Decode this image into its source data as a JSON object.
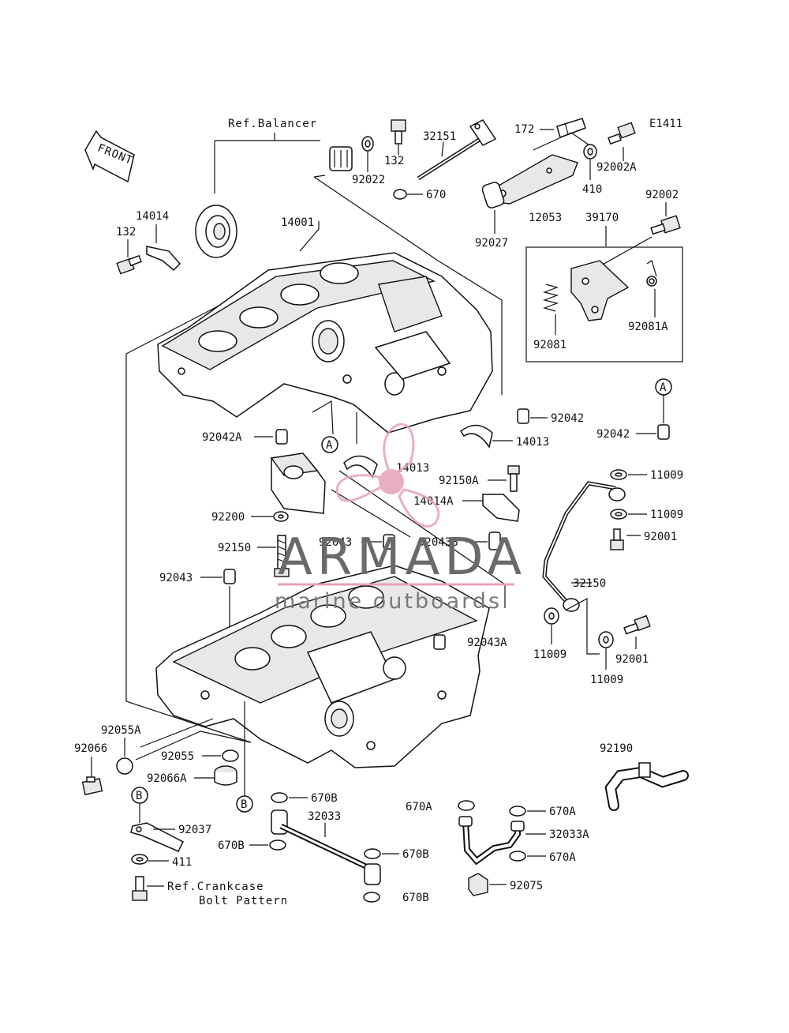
{
  "diagram_code": "E1411",
  "front_label": "FRONT",
  "watermark": {
    "brand": "ARMADA",
    "tagline": "marine outboards",
    "accent": "#e7a0b8",
    "text_color": "#6a6a6a"
  },
  "references": {
    "balancer": "Ref.Balancer",
    "crankcase_line1": "Ref.Crankcase",
    "crankcase_line2": "Bolt Pattern"
  },
  "markers": {
    "a": "A",
    "b": "B"
  },
  "parts": {
    "p132_top": "132",
    "p132_left": "132",
    "p14014": "14014",
    "p92022": "92022",
    "p32151": "32151",
    "p670": "670",
    "p172": "172",
    "p92002A": "92002A",
    "p410": "410",
    "p12053": "12053",
    "p92027": "92027",
    "p92002": "92002",
    "p39170": "39170",
    "p92081": "92081",
    "p92081A": "92081A",
    "p14001": "14001",
    "p92042": "92042",
    "p92042_right": "92042",
    "p92042A": "92042A",
    "p14013_right": "14013",
    "p14013_mid": "14013",
    "p92150A": "92150A",
    "p14014A": "14014A",
    "p11009_a": "11009",
    "p11009_b": "11009",
    "p11009_c": "11009",
    "p11009_d": "11009",
    "p92001_a": "92001",
    "p92001_b": "92001",
    "p32150": "32150",
    "p92200": "92200",
    "p92150": "92150",
    "p92043_top": "92043",
    "p92043B": "92043B",
    "p92043_left": "92043",
    "p92043A": "92043A",
    "p92055A": "92055A",
    "p92066": "92066",
    "p92055": "92055",
    "p92066A": "92066A",
    "p92190": "92190",
    "p670A_left": "670A",
    "p670A_a": "670A",
    "p670A_b": "670A",
    "p32033A": "32033A",
    "p670B_top": "670B",
    "p32033": "32033",
    "p670B_left": "670B",
    "p670B_right": "670B",
    "p670B_bottom": "670B",
    "p92037": "92037",
    "p411": "411",
    "p92075": "92075"
  }
}
